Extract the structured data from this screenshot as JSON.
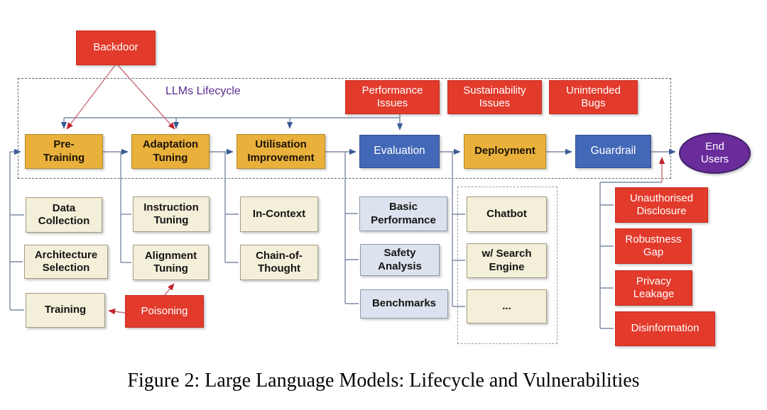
{
  "caption": "Figure 2: Large Language Models: Lifecycle and Vulnerabilities",
  "lifecycle": {
    "label": "LLMs Lifecycle"
  },
  "stages": {
    "pre_training": "Pre-\nTraining",
    "adaptation_tuning": "Adaptation\nTuning",
    "utilisation_improvement": "Utilisation\nImprovement",
    "evaluation": "Evaluation",
    "deployment": "Deployment",
    "guardrail": "Guardrail",
    "end_users": "End\nUsers"
  },
  "vulnerabilities": {
    "backdoor": "Backdoor",
    "poisoning": "Poisoning",
    "performance_issues": "Performance\nIssues",
    "sustainability_issues": "Sustainability\nIssues",
    "unintended_bugs": "Unintended\nBugs",
    "unauthorised_disclosure": "Unauthorised\nDisclosure",
    "robustness_gap": "Robustness\nGap",
    "privacy_leakage": "Privacy\nLeakage",
    "disinformation": "Disinformation"
  },
  "substages": {
    "data_collection": "Data\nCollection",
    "architecture_selection": "Architecture\nSelection",
    "training": "Training",
    "instruction_tuning": "Instruction\nTuning",
    "alignment_tuning": "Alignment\nTuning",
    "in_context": "In-Context",
    "chain_of_thought": "Chain-of-\nThought",
    "basic_performance": "Basic\nPerformance",
    "safety_analysis": "Safety\nAnalysis",
    "benchmarks": "Benchmarks",
    "chatbot": "Chatbot",
    "w_search_engine": "w/ Search\nEngine",
    "ellipsis": "..."
  },
  "colors": {
    "stage_gold": "#e9b13c",
    "stage_blue": "#4468b8",
    "vulnerability_red": "#e23a2b",
    "substage_cream": "#f4efd9",
    "substage_bluegray": "#dce3ee",
    "end_users_purple": "#6a2b9b",
    "lifecycle_label_purple": "#5b2d8e",
    "connector_gray": "#7d8aa3",
    "connector_red": "#c96d77"
  }
}
